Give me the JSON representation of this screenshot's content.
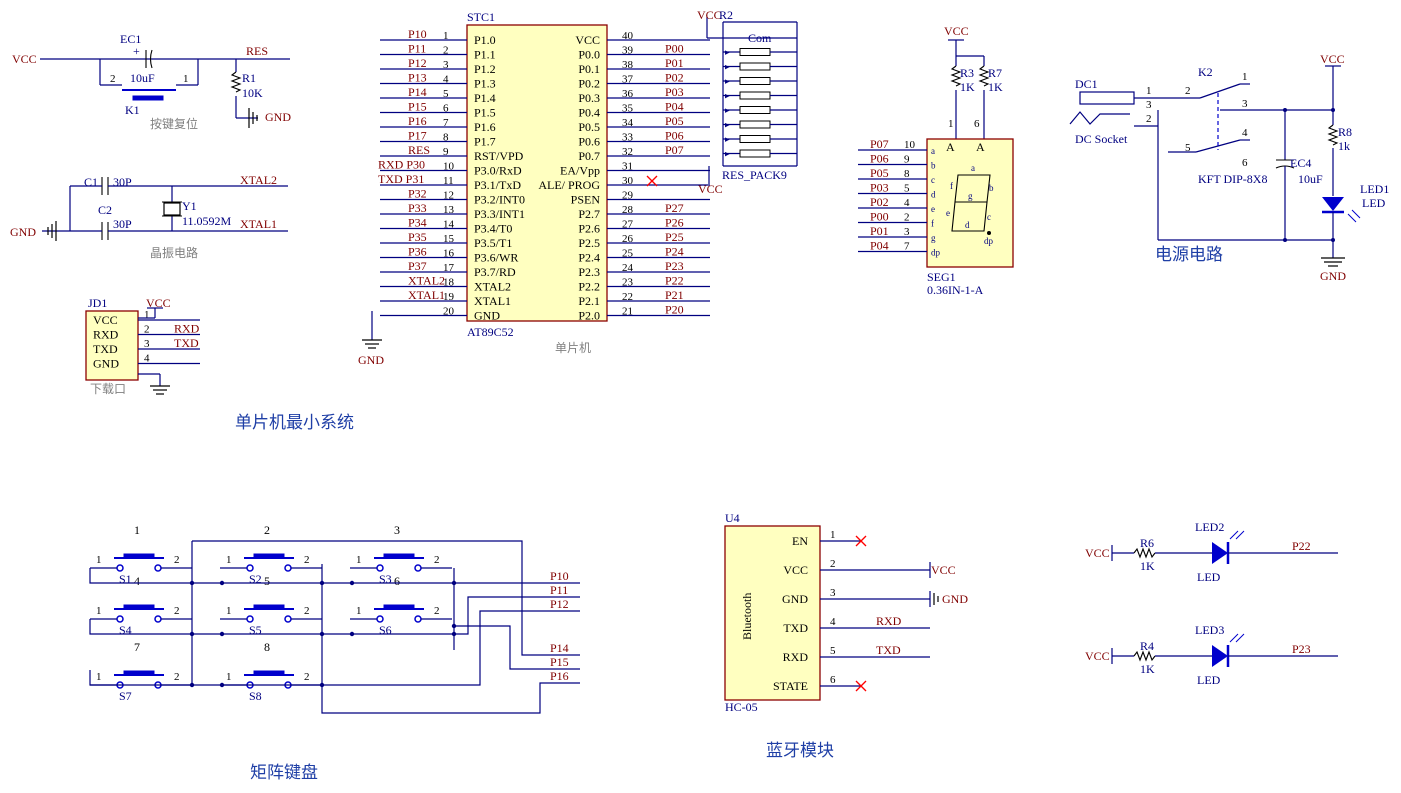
{
  "titles": {
    "mcu_system": "单片机最小系统",
    "keyboard": "矩阵键盘",
    "bluetooth": "蓝牙模块",
    "power": "电源电路",
    "reset_caption": "按键复位",
    "crystal_caption": "晶振电路",
    "download_caption": "下载口",
    "mcu_caption": "单片机"
  },
  "mcu": {
    "ref": "STC1",
    "part": "AT89C52",
    "left_pins": [
      {
        "num": "1",
        "name": "P1.0",
        "net": "P10"
      },
      {
        "num": "2",
        "name": "P1.1",
        "net": "P11"
      },
      {
        "num": "3",
        "name": "P1.2",
        "net": "P12"
      },
      {
        "num": "4",
        "name": "P1.3",
        "net": "P13"
      },
      {
        "num": "5",
        "name": "P1.4",
        "net": "P14"
      },
      {
        "num": "6",
        "name": "P1.5",
        "net": "P15"
      },
      {
        "num": "7",
        "name": "P1.6",
        "net": "P16"
      },
      {
        "num": "8",
        "name": "P1.7",
        "net": "P17"
      },
      {
        "num": "9",
        "name": "RST/VPD",
        "net": "RES"
      },
      {
        "num": "10",
        "name": "P3.0/RxD",
        "net": "RXD P30"
      },
      {
        "num": "11",
        "name": "P3.1/TxD",
        "net": "TXD P31"
      },
      {
        "num": "12",
        "name": "P3.2/INT0",
        "net": "P32"
      },
      {
        "num": "13",
        "name": "P3.3/INT1",
        "net": "P33"
      },
      {
        "num": "14",
        "name": "P3.4/T0",
        "net": "P34"
      },
      {
        "num": "15",
        "name": "P3.5/T1",
        "net": "P35"
      },
      {
        "num": "16",
        "name": "P3.6/WR",
        "net": "P36"
      },
      {
        "num": "17",
        "name": "P3.7/RD",
        "net": "P37"
      },
      {
        "num": "18",
        "name": "XTAL2",
        "net": "XTAL2"
      },
      {
        "num": "19",
        "name": "XTAL1",
        "net": "XTAL1"
      },
      {
        "num": "20",
        "name": "GND",
        "net": ""
      }
    ],
    "right_pins": [
      {
        "num": "40",
        "name": "VCC",
        "net": ""
      },
      {
        "num": "39",
        "name": "P0.0",
        "net": "P00"
      },
      {
        "num": "38",
        "name": "P0.1",
        "net": "P01"
      },
      {
        "num": "37",
        "name": "P0.2",
        "net": "P02"
      },
      {
        "num": "36",
        "name": "P0.3",
        "net": "P03"
      },
      {
        "num": "35",
        "name": "P0.4",
        "net": "P04"
      },
      {
        "num": "34",
        "name": "P0.5",
        "net": "P05"
      },
      {
        "num": "33",
        "name": "P0.6",
        "net": "P06"
      },
      {
        "num": "32",
        "name": "P0.7",
        "net": "P07"
      },
      {
        "num": "31",
        "name": "EA/Vpp",
        "net": ""
      },
      {
        "num": "30",
        "name": "ALE/ PROG",
        "net": ""
      },
      {
        "num": "29",
        "name": "PSEN",
        "net": ""
      },
      {
        "num": "28",
        "name": "P2.7",
        "net": "P27"
      },
      {
        "num": "27",
        "name": "P2.6",
        "net": "P26"
      },
      {
        "num": "26",
        "name": "P2.5",
        "net": "P25"
      },
      {
        "num": "25",
        "name": "P2.4",
        "net": "P24"
      },
      {
        "num": "24",
        "name": "P2.3",
        "net": "P23"
      },
      {
        "num": "23",
        "name": "P2.2",
        "net": "P22"
      },
      {
        "num": "22",
        "name": "P2.1",
        "net": "P21"
      },
      {
        "num": "21",
        "name": "P2.0",
        "net": "P20"
      }
    ]
  },
  "reset": {
    "cap": "EC1",
    "cap_val": "10uF",
    "key": "K1",
    "res": "R1",
    "res_val": "10K",
    "net": "RES",
    "pin1": "1",
    "pin2": "2"
  },
  "crystal": {
    "c1": "C1",
    "c2": "C2",
    "cval": "30P",
    "xtal": "Y1",
    "freq": "11.0592M",
    "net2": "XTAL2",
    "net1": "XTAL1"
  },
  "jd1": {
    "ref": "JD1",
    "pins": [
      {
        "num": "1",
        "name": "VCC",
        "net": ""
      },
      {
        "num": "2",
        "name": "RXD",
        "net": "RXD"
      },
      {
        "num": "3",
        "name": "TXD",
        "net": "TXD"
      },
      {
        "num": "4",
        "name": "GND",
        "net": ""
      }
    ]
  },
  "respack": {
    "ref": "R2",
    "name": "RES_PACK9",
    "com": "Com"
  },
  "seg": {
    "ref": "SEG1",
    "part": "0.36IN-1-A",
    "r3": "R3",
    "r7": "R7",
    "rval": "1K",
    "pinA1": "1",
    "pinA2": "6",
    "A": "A",
    "pins": [
      {
        "num": "10",
        "net": "P07",
        "seg": "a"
      },
      {
        "num": "9",
        "net": "P06",
        "seg": "b"
      },
      {
        "num": "8",
        "net": "P05",
        "seg": "c"
      },
      {
        "num": "5",
        "net": "P03",
        "seg": "d"
      },
      {
        "num": "4",
        "net": "P02",
        "seg": "e"
      },
      {
        "num": "2",
        "net": "P00",
        "seg": "f"
      },
      {
        "num": "3",
        "net": "P01",
        "seg": "g"
      },
      {
        "num": "7",
        "net": "P04",
        "seg": "dp"
      }
    ],
    "labels": {
      "a": "a",
      "b": "b",
      "c": "c",
      "d": "d",
      "e": "e",
      "f": "f",
      "g": "g",
      "dp": "dp"
    }
  },
  "power": {
    "dc": "DC1",
    "socket": "DC Socket",
    "k": "K2",
    "kpart": "KFT DIP-8X8",
    "ec": "EC4",
    "ecval": "10uF",
    "r8": "R8",
    "r8val": "1k",
    "led": "LED1",
    "ledlbl": "LED",
    "pins": {
      "p1": "1",
      "p2": "2",
      "p3": "3",
      "p4": "4",
      "p5": "5",
      "p6": "6"
    }
  },
  "keyboard": {
    "keys": [
      {
        "num": "1",
        "ref": "S1"
      },
      {
        "num": "2",
        "ref": "S2"
      },
      {
        "num": "3",
        "ref": "S3"
      },
      {
        "num": "4",
        "ref": "S4"
      },
      {
        "num": "5",
        "ref": "S5"
      },
      {
        "num": "6",
        "ref": "S6"
      },
      {
        "num": "7",
        "ref": "S7"
      },
      {
        "num": "8",
        "ref": "S8"
      }
    ],
    "pin1": "1",
    "pin2": "2",
    "nets": [
      "P10",
      "P11",
      "P12",
      "P14",
      "P15",
      "P16"
    ]
  },
  "bt": {
    "ref": "U4",
    "part": "HC-05",
    "name": "Bluetooth",
    "pins": [
      {
        "num": "1",
        "name": "EN",
        "net": ""
      },
      {
        "num": "2",
        "name": "VCC",
        "net": "VCC"
      },
      {
        "num": "3",
        "name": "GND",
        "net": "GND"
      },
      {
        "num": "4",
        "name": "TXD",
        "net": "RXD"
      },
      {
        "num": "5",
        "name": "RXD",
        "net": "TXD"
      },
      {
        "num": "6",
        "name": "STATE",
        "net": ""
      }
    ]
  },
  "leds": [
    {
      "ref": "LED2",
      "r": "R6",
      "rval": "1K",
      "lbl": "LED",
      "net": "P22"
    },
    {
      "ref": "LED3",
      "r": "R4",
      "rval": "1K",
      "lbl": "LED",
      "net": "P23"
    }
  ],
  "nets": {
    "vcc": "VCC",
    "gnd": "GND"
  }
}
